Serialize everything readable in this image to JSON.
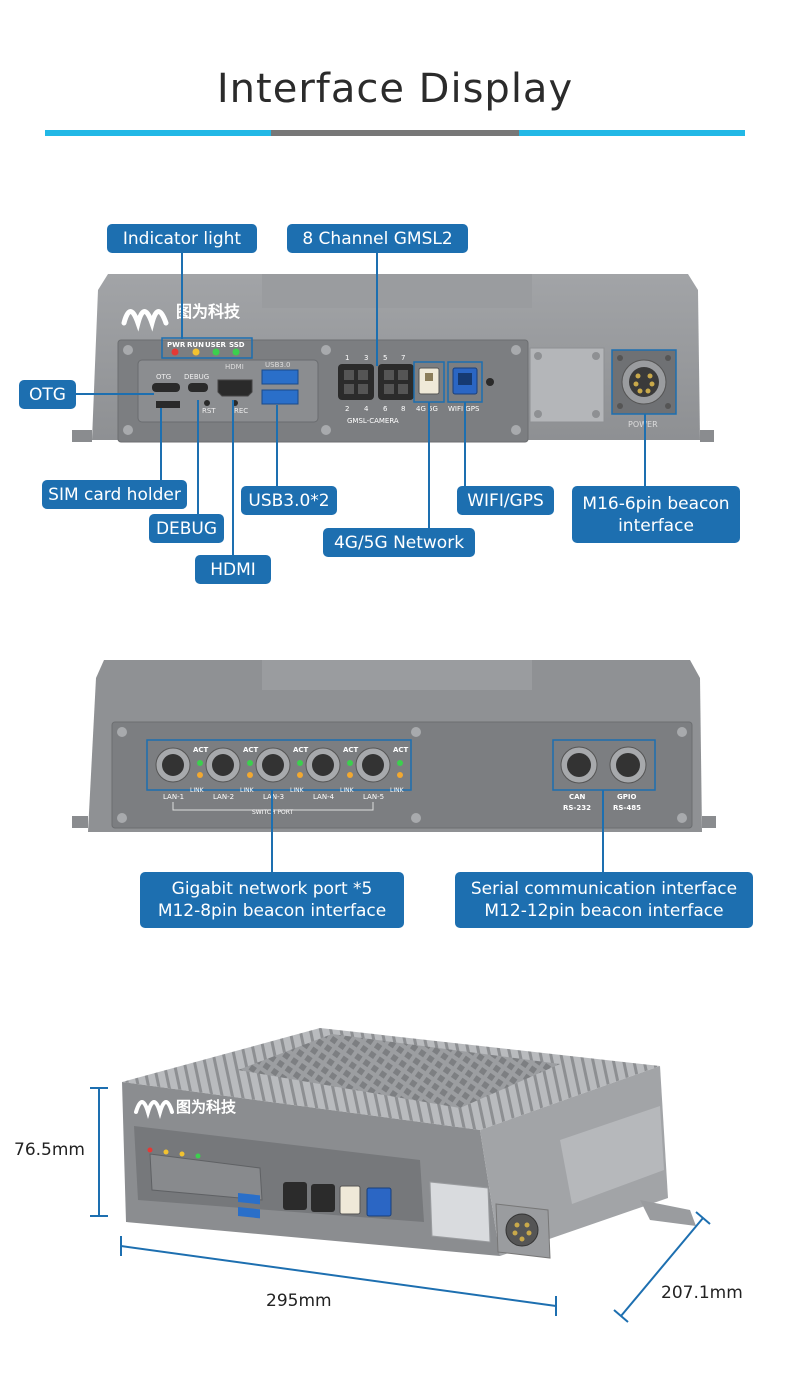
{
  "title": "Interface Display",
  "brand": {
    "logo_text": "图为科技"
  },
  "colors": {
    "accent_cyan": "#22b8e6",
    "divider_gray": "#777777",
    "callout_blue": "#1d6fb0",
    "device_gray": "#8e9093",
    "panel_gray": "#7c7e81"
  },
  "front_panel": {
    "callouts": {
      "indicator": "Indicator light",
      "gmsl": "8 Channel GMSL2",
      "otg": "OTG",
      "sim": "SIM card holder",
      "debug": "DEBUG",
      "hdmi": "HDMI",
      "usb": "USB3.0*2",
      "network": "4G/5G Network",
      "wifi": "WIFI/GPS",
      "beacon_line1": "M16-6pin beacon",
      "beacon_line2": "interface"
    },
    "labels": {
      "pwr": "PWR",
      "run": "RUN",
      "user": "USER",
      "ssd": "SSD",
      "otg": "OTG",
      "debug": "DEBUG",
      "hdmi": "HDMI",
      "usb": "USB3.0",
      "rst": "RST",
      "rec": "REC",
      "gmsl_top": [
        "1",
        "3",
        "5",
        "7"
      ],
      "gmsl_bottom": [
        "2",
        "4",
        "6",
        "8"
      ],
      "gmsl_camera": "GMSL-CAMERA",
      "net": "4G 5G",
      "wifi": "WIFI GPS",
      "power": "POWER"
    }
  },
  "rear_panel": {
    "callouts": {
      "lan_line1": "Gigabit network port *5",
      "lan_line2": "M12-8pin beacon interface",
      "serial_line1": "Serial communication interface",
      "serial_line2": "M12-12pin beacon interface"
    },
    "labels": {
      "act": "ACT",
      "link": "LINK",
      "lan": [
        "LAN-1",
        "LAN-2",
        "LAN-3",
        "LAN-4",
        "LAN-5"
      ],
      "switch_port": "SWITCH PORT",
      "can": "CAN",
      "rs232": "RS-232",
      "gpio": "GPIO",
      "rs485": "RS-485"
    }
  },
  "dimensions": {
    "height": "76.5mm",
    "width": "295mm",
    "depth": "207.1mm"
  }
}
